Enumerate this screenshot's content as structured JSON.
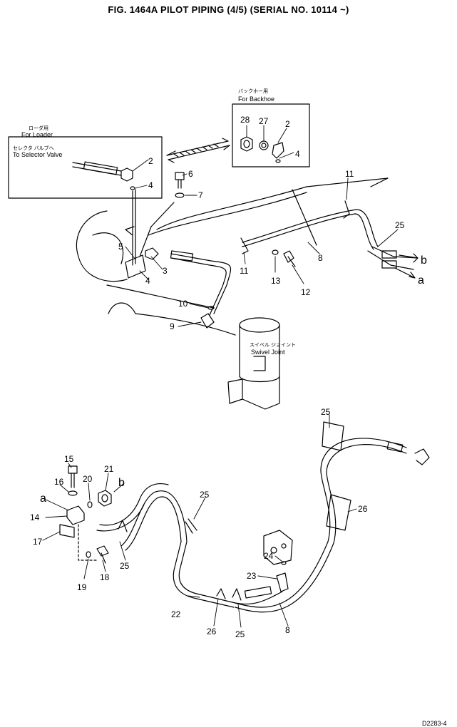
{
  "title": "FIG. 1464A   PILOT PIPING (4/5) (SERIAL NO. 10114 ~)",
  "insets": {
    "loader": {
      "jp": "ローダ用",
      "en": "For Loader",
      "sub_jp": "セレクタ バルブへ",
      "sub_en": "To Selector Valve"
    },
    "backhoe": {
      "jp": "バックホー用",
      "en": "For Backhoe"
    }
  },
  "swivel": {
    "jp": "スイベル ジョイント",
    "en": "Swivel Joint"
  },
  "callouts": {
    "c2a": "2",
    "c4a": "4",
    "c6": "6",
    "c7": "7",
    "c28": "28",
    "c27": "27",
    "c2b": "2",
    "c4b": "4",
    "c11a": "11",
    "c25a": "25",
    "c5": "5",
    "c3": "3",
    "c4c": "4",
    "c11b": "11",
    "c8a": "8",
    "c13": "13",
    "c12": "12",
    "c10": "10",
    "c9": "9",
    "c15": "15",
    "c16": "16",
    "c20": "20",
    "c21": "21",
    "c14": "14",
    "c17": "17",
    "c19": "19",
    "c18": "18",
    "c25b": "25",
    "c25c": "25",
    "c25d": "25",
    "c26a": "26",
    "c22": "22",
    "c26b": "26",
    "c25e": "25",
    "c8b": "8",
    "c24": "24",
    "c23": "23"
  },
  "connection_labels": {
    "b_top": "b",
    "a_top": "a",
    "a_left": "a",
    "b_left": "b"
  },
  "corner_code": "D2283-4"
}
